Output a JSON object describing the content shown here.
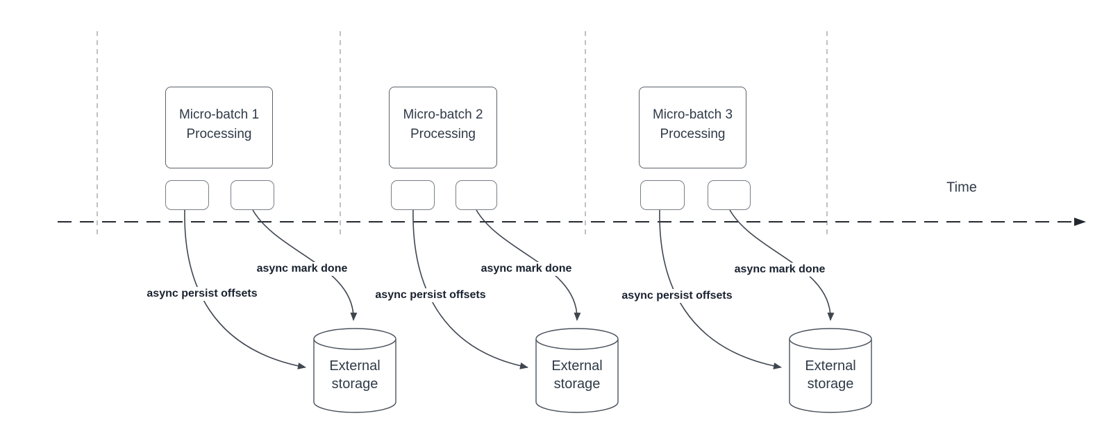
{
  "time_axis": {
    "label": "Time"
  },
  "columns": [
    {
      "process_label": "Micro-batch 1\nProcessing",
      "persist_label": "async persist offsets",
      "mark_done_label": "async mark done",
      "storage_label": "External\nstorage"
    },
    {
      "process_label": "Micro-batch 2\nProcessing",
      "persist_label": "async persist offsets",
      "mark_done_label": "async mark done",
      "storage_label": "External\nstorage"
    },
    {
      "process_label": "Micro-batch 3\nProcessing",
      "persist_label": "async persist offsets",
      "mark_done_label": "async mark done",
      "storage_label": "External\nstorage"
    }
  ],
  "colors": {
    "shape_stroke": "#5a6169",
    "arrow_stroke": "#3f4650",
    "axis_stroke": "#23282f",
    "guide_stroke": "#a6a6a8",
    "text": "#2f3a47",
    "label_text": "#18212e",
    "background": "#ffffff"
  }
}
